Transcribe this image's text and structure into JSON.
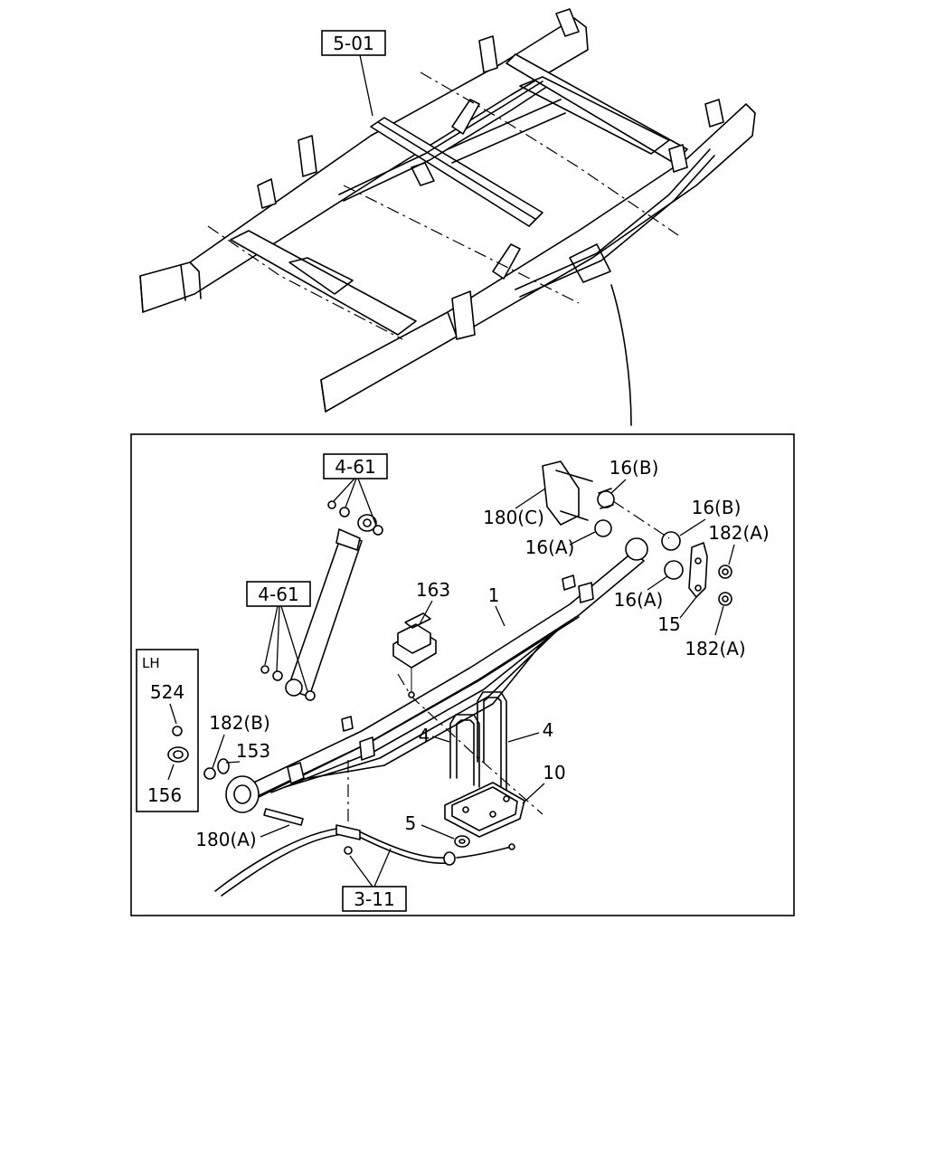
{
  "callouts": {
    "ref_frame": "5-01",
    "ref_shock_upper": "4-61",
    "ref_shock_lower": "4-61",
    "ref_brake": "3-11"
  },
  "labels": {
    "p1": "1",
    "p4a": "4",
    "p4b": "4",
    "p5": "5",
    "p10": "10",
    "p15": "15",
    "p16a_upper": "16(A)",
    "p16a_lower": "16(A)",
    "p16b_upper": "16(B)",
    "p16b_lower": "16(B)",
    "p153": "153",
    "p163": "163",
    "p180a": "180(A)",
    "p180c": "180(C)",
    "p182a_upper": "182(A)",
    "p182a_lower": "182(A)",
    "p182b": "182(B)"
  },
  "lh_inset": {
    "title": "LH",
    "p524": "524",
    "p156": "156"
  }
}
